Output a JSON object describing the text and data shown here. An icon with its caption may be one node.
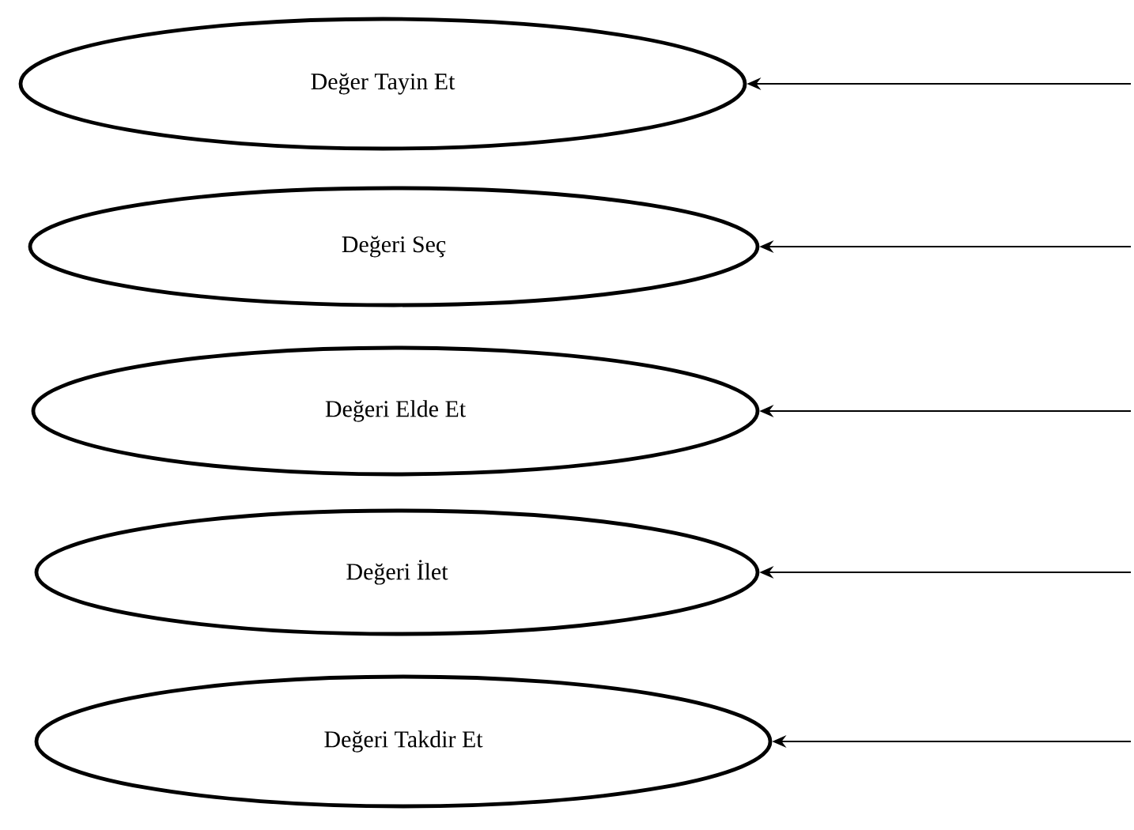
{
  "diagram": {
    "nodes": [
      {
        "text": [
          "Değer Tayin Et"
        ]
      },
      {
        "text": [
          "Değeri Seç"
        ]
      },
      {
        "text": [
          "Değeri Elde Et"
        ]
      },
      {
        "text": [
          "Değeri İlet"
        ]
      },
      {
        "text": [
          "Değeri Takdir Et"
        ]
      }
    ],
    "edges": [
      {
        "from": null,
        "to": 0,
        "arrow": "to"
      },
      {
        "from": null,
        "to": 1,
        "arrow": "to"
      },
      {
        "from": null,
        "to": 2,
        "arrow": "to"
      },
      {
        "from": null,
        "to": 3,
        "arrow": "to"
      },
      {
        "from": null,
        "to": 4,
        "arrow": "to"
      }
    ]
  }
}
